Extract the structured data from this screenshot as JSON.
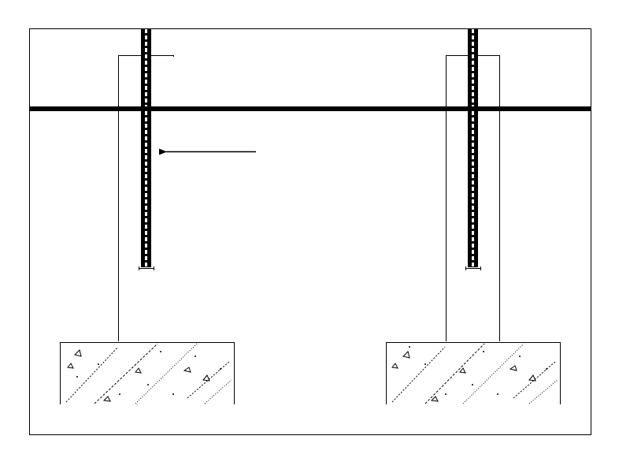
{
  "diagram": {
    "labels": [],
    "colors": {
      "background": "#ffffff",
      "line": "#000000",
      "bar_dash": "#ffffff"
    },
    "structure": {
      "piers": [
        {
          "id": "left",
          "has_dowel_bar": true,
          "has_footing": true
        },
        {
          "id": "right",
          "has_dowel_bar": true,
          "has_footing": true
        }
      ],
      "horizontal_member": true,
      "pointer_arrow": {
        "points_to": "left-dowel-bar"
      }
    }
  }
}
